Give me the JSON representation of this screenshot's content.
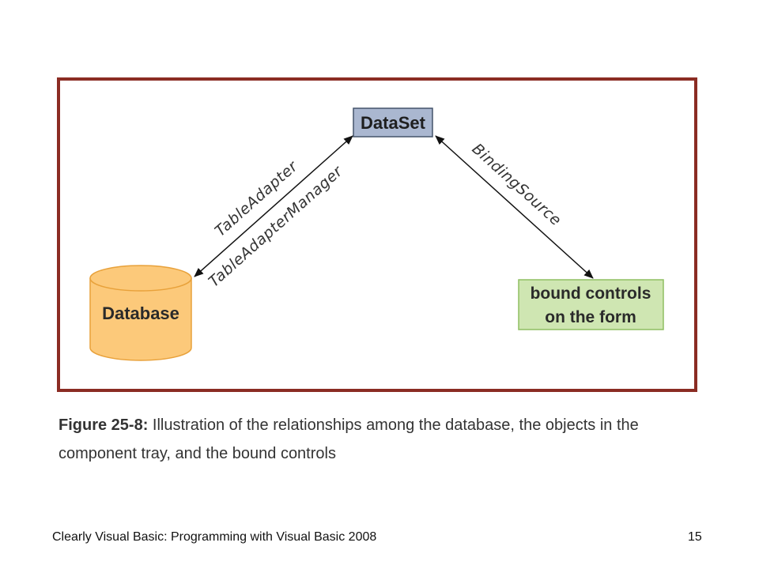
{
  "diagram": {
    "nodes": {
      "dataset": "DataSet",
      "database": "Database",
      "bound_controls_line1": "bound controls",
      "bound_controls_line2": "on the form"
    },
    "edges": {
      "table_adapter": "TableAdapter",
      "table_adapter_manager": "TableAdapterManager",
      "binding_source": "BindingSource"
    }
  },
  "caption": {
    "label": "Figure 25-8:",
    "text": " Illustration of the relationships among the database, the objects in the component tray, and the bound controls"
  },
  "footer": {
    "title": "Clearly Visual Basic: Programming with Visual Basic 2008",
    "page_number": "15"
  },
  "colors": {
    "frame_border": "#8b2c23",
    "dataset_fill": "#aab7d0",
    "database_fill": "#fcc97a",
    "database_stroke": "#e8a13a",
    "bound_controls_fill": "#cfe6b2",
    "bound_controls_stroke": "#8fbf62"
  }
}
